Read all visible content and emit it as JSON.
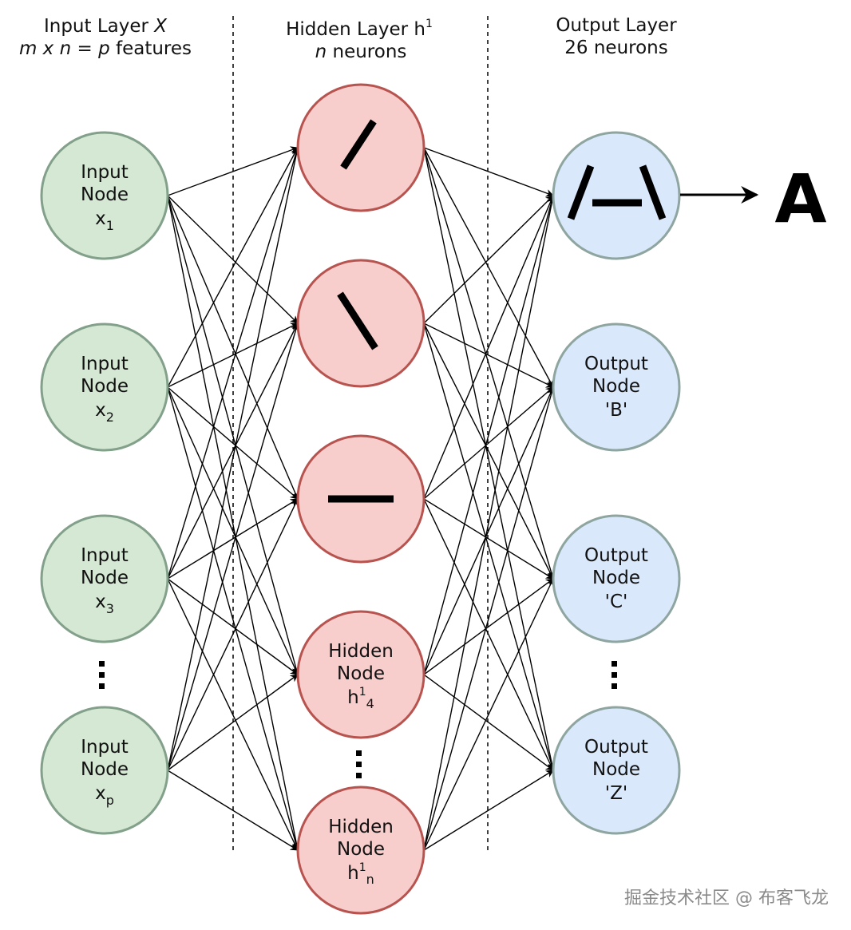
{
  "headers": {
    "input": {
      "line1": "Input Layer ",
      "var": "X",
      "line2_m": "m",
      "line2_x1": " x ",
      "line2_n": "n",
      "line2_eq": " = ",
      "line2_p": "p",
      "line2_rest": " features"
    },
    "hidden": {
      "line1": "Hidden Layer h",
      "sup": "1",
      "line2_n": "n",
      "line2_rest": " neurons"
    },
    "output": {
      "line1": "Output Layer",
      "line2": "26 neurons"
    }
  },
  "input_nodes": [
    {
      "l1": "Input",
      "l2": "Node",
      "var": "x",
      "sub": "1"
    },
    {
      "l1": "Input",
      "l2": "Node",
      "var": "x",
      "sub": "2"
    },
    {
      "l1": "Input",
      "l2": "Node",
      "var": "x",
      "sub": "3"
    },
    {
      "l1": "Input",
      "l2": "Node",
      "var": "x",
      "sub": "p"
    }
  ],
  "hidden_nodes": [
    {
      "glyph": "slash-stroke"
    },
    {
      "glyph": "backslash-stroke"
    },
    {
      "glyph": "horizontal-stroke"
    },
    {
      "l1": "Hidden",
      "l2": "Node",
      "var": "h",
      "sup": "1",
      "sub": "4"
    },
    {
      "l1": "Hidden",
      "l2": "Node",
      "var": "h",
      "sup": "1",
      "sub": "n"
    }
  ],
  "output_nodes": [
    {
      "glyph": "letter-a-strokes"
    },
    {
      "l1": "Output",
      "l2": "Node",
      "l3": "'B'"
    },
    {
      "l1": "Output",
      "l2": "Node",
      "l3": "'C'"
    },
    {
      "l1": "Output",
      "l2": "Node",
      "l3": "'Z'"
    }
  ],
  "result_label": "A",
  "watermark": "掘金技术社区 @ 布客飞龙",
  "colors": {
    "input_fill": "#d5e8d4",
    "input_stroke": "#82a08a",
    "hidden_fill": "#f8cecc",
    "hidden_stroke": "#b85450",
    "output_fill": "#dae8fc",
    "output_stroke": "#8fa5a0",
    "edge": "#000000"
  }
}
